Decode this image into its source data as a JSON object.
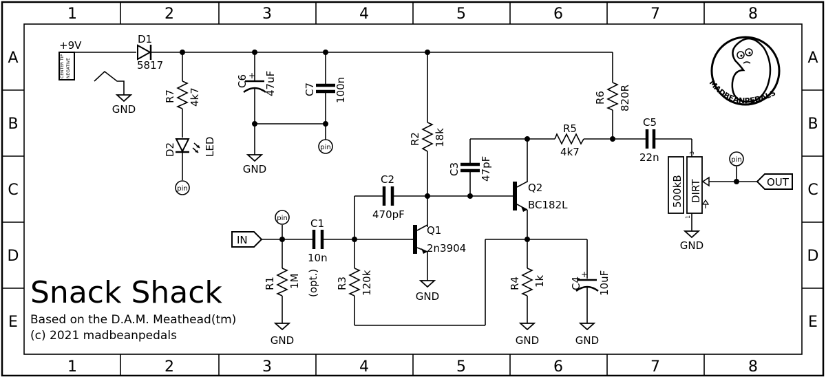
{
  "frame": {
    "columns": [
      "1",
      "2",
      "3",
      "4",
      "5",
      "6",
      "7",
      "8"
    ],
    "rows": [
      "A",
      "B",
      "C",
      "D",
      "E"
    ]
  },
  "title": {
    "main": "Snack Shack",
    "line1": "Based on the D.A.M. Meathead(tm)",
    "line2": "(c) 2021 madbeanpedals"
  },
  "logo": {
    "text": "MADBEANPEDALS"
  },
  "power": {
    "label": "+9V",
    "jack_line1": "CENTER TIP",
    "jack_line2": "NEGATIVE"
  },
  "ports": {
    "in": "IN",
    "out": "OUT",
    "pin": "pin"
  },
  "gnd": "GND",
  "components": {
    "D1": {
      "name": "D1",
      "value": "5817"
    },
    "D2": {
      "name": "D2",
      "value": "LED"
    },
    "R1": {
      "name": "R1",
      "value": "1M"
    },
    "R2": {
      "name": "R2",
      "value": "18k"
    },
    "R3": {
      "name": "R3",
      "value": "120k"
    },
    "R4": {
      "name": "R4",
      "value": "1k"
    },
    "R5": {
      "name": "R5",
      "value": "4k7"
    },
    "R6": {
      "name": "R6",
      "value": "820R"
    },
    "R7": {
      "name": "R7",
      "value": "4k7"
    },
    "C1": {
      "name": "C1",
      "value": "10n",
      "note": "(opt.)"
    },
    "C2": {
      "name": "C2",
      "value": "470pF"
    },
    "C3": {
      "name": "C3",
      "value": "47pF"
    },
    "C4": {
      "name": "C4",
      "value": "10uF"
    },
    "C5": {
      "name": "C5",
      "value": "22n"
    },
    "C6": {
      "name": "C6",
      "value": "47uF"
    },
    "C7": {
      "name": "C7",
      "value": "100n"
    },
    "Q1": {
      "name": "Q1",
      "value": "2n3904"
    },
    "Q2": {
      "name": "Q2",
      "value": "BC182L"
    },
    "POT": {
      "name": "DIRT",
      "value": "500kB",
      "pin1": "1",
      "pin3": "3"
    }
  }
}
